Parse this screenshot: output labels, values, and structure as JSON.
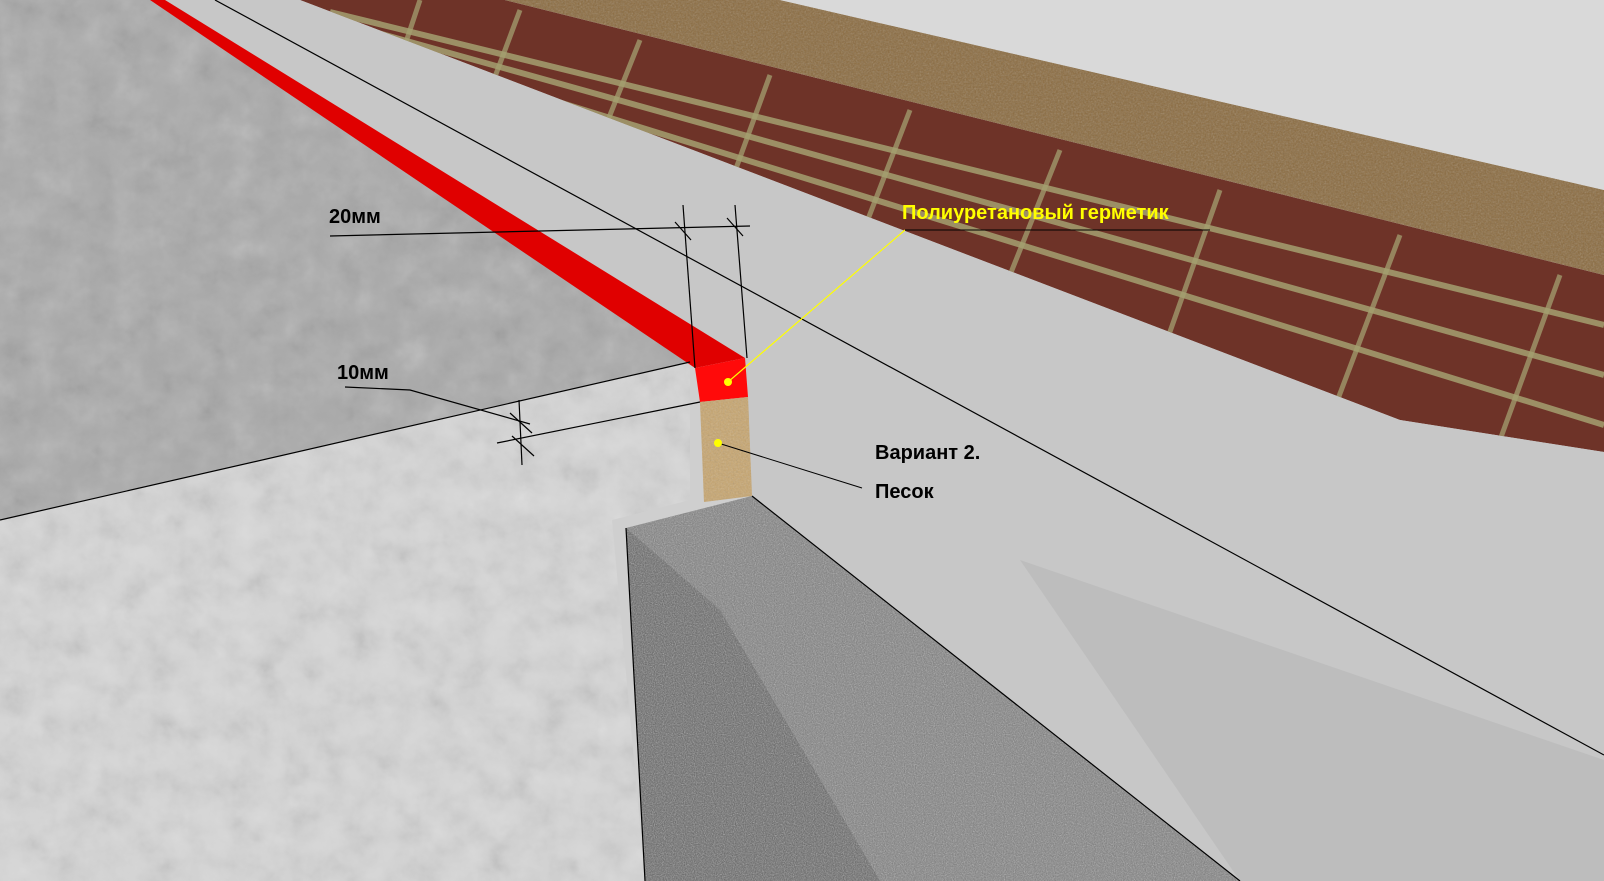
{
  "annotations": {
    "sealant_label": "Полиуретановый герметик",
    "width_label": "20мм",
    "depth_label": "10мм",
    "variant_label": "Вариант 2.",
    "fill_label": "Песок"
  },
  "colors": {
    "sealant": "#e00000",
    "sealant_callout": "#ffff00",
    "concrete_top": "#a9a9a9",
    "concrete_side": "#d6d6d6",
    "wall": "#c7c7c7",
    "sand": "#c7a56e",
    "granite": "#6d6d6d",
    "brick": "#6e3328",
    "mortar": "#a5a070",
    "soil": "#8a6a3e",
    "dimension_line": "#000000"
  }
}
